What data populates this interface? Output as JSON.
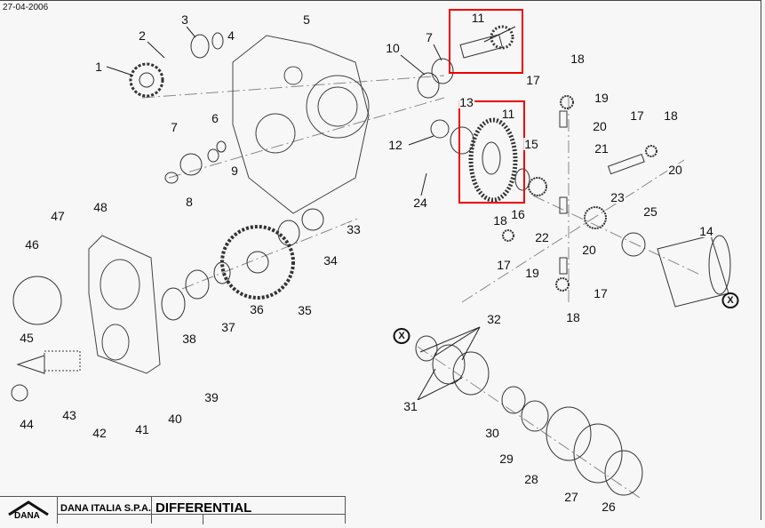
{
  "date": "27-04-2006",
  "title_block": {
    "logo": "DANA",
    "company": "DANA ITALIA S.P.A.",
    "title": "DIFFERENTIAL"
  },
  "callouts": [
    "1",
    "2",
    "3",
    "4",
    "5",
    "7",
    "6",
    "9",
    "8",
    "10",
    "7",
    "11",
    "18",
    "17",
    "19",
    "20",
    "13",
    "11",
    "12",
    "15",
    "17",
    "18",
    "21",
    "20",
    "24",
    "16",
    "23",
    "22",
    "25",
    "18",
    "17",
    "14",
    "20",
    "19",
    "17",
    "18",
    "47",
    "48",
    "46",
    "33",
    "34",
    "35",
    "36",
    "37",
    "38",
    "45",
    "44",
    "43",
    "42",
    "41",
    "40",
    "39",
    "32",
    "31",
    "30",
    "29",
    "28",
    "27",
    "26"
  ],
  "symbols": {
    "x_mark": "X"
  },
  "highlight_color": "#e00000"
}
